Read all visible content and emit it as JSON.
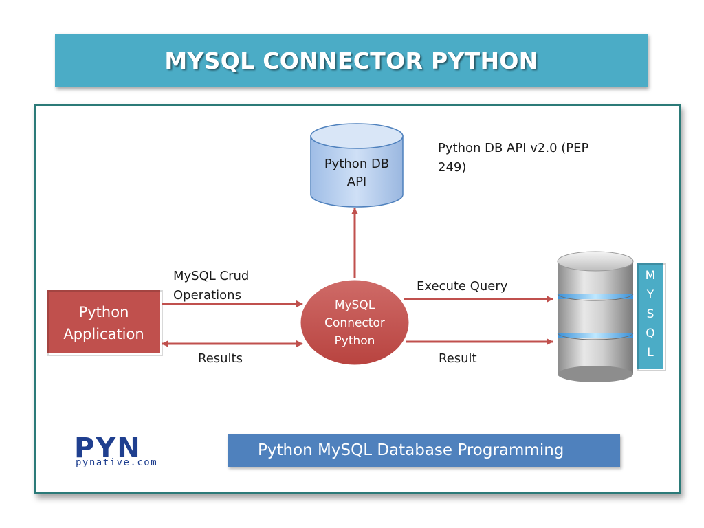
{
  "title": "MYSQL CONNECTOR PYTHON",
  "db_api": {
    "line1": "Python DB",
    "line2": "API"
  },
  "db_api_note": {
    "line1": "Python DB API v2.0 (PEP",
    "line2": "249)"
  },
  "python_app": {
    "line1": "Python",
    "line2": "Application"
  },
  "connector": {
    "line1": "MySQL",
    "line2": "Connector",
    "line3": "Python"
  },
  "labels": {
    "crud_line1": "MySQL Crud",
    "crud_line2": "Operations",
    "results": "Results",
    "execute_query": "Execute Query",
    "result": "Result"
  },
  "mysql_letters": [
    "M",
    "Y",
    "S",
    "Q",
    "L"
  ],
  "logo": {
    "letters": "PYN",
    "domain": "pynative.com"
  },
  "footer_banner": "Python MySQL Database Programming",
  "colors": {
    "title_banner": "#4bacc6",
    "frame_border": "#2b7a78",
    "app_box": "#c0504d",
    "connector": "#c0504d",
    "arrow": "#c0504d",
    "db_api_cylinder": "#b8d0ef",
    "mysql_tag": "#4bacc6",
    "footer_banner": "#4f81bd",
    "logo_blue": "#1f3f8f",
    "logo_yellow": "#f5c400",
    "logo_teal": "#1a9e98"
  }
}
